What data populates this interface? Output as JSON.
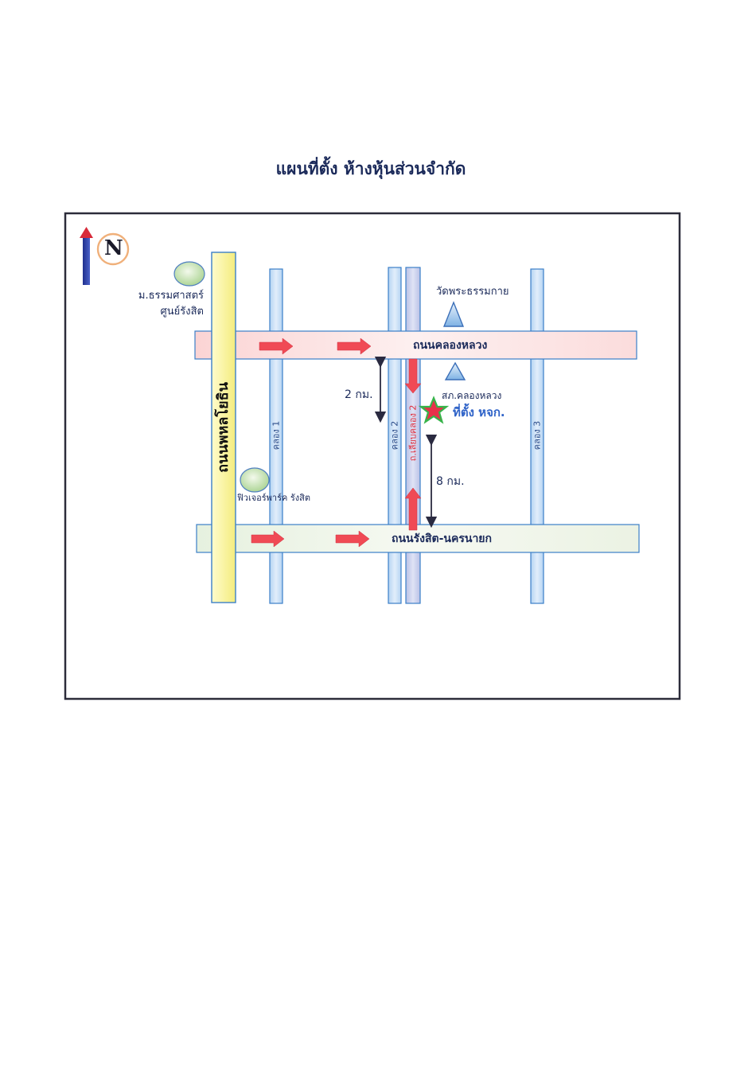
{
  "title": "แผนที่ตั้ง ห้างหุ้นส่วนจำกัด",
  "compass": {
    "letter": "N",
    "direction": "north"
  },
  "roads": {
    "phahonyothin": "ถนนพหลโยธิน",
    "khlong_luang": "ถนนคลองหลวง",
    "rangsit_nakhon_nayok": "ถนนรังสิต-นครนายก",
    "liap_khlong_2": "ถ.เลียบคลอง 2"
  },
  "canals": {
    "khlong_1": "คลอง 1",
    "khlong_2": "คลอง 2",
    "khlong_3": "คลอง 3"
  },
  "landmarks": {
    "thammasat_line1": "ม.ธรรมศาสตร์",
    "thammasat_line2": "ศูนย์รังสิต",
    "future_park": "ฟิวเจอร์พาร์ค รังสิต",
    "wat_phra_dhammakaya": "วัดพระธรรมกาย",
    "police_station": "สภ.คลองหลวง",
    "company_location": "ที่ตั้ง หจก."
  },
  "distances": {
    "north_segment": "2 กม.",
    "south_segment": "8 กม."
  },
  "colors": {
    "main_road_fill": "#fbe3e3",
    "highway_fill": "#fbf7a6",
    "canal_fill": "#cfe3f7",
    "side_road_fill": "#cdd3ec",
    "arrow": "#f04a55",
    "star_fill": "#e8314a",
    "star_outline": "#37b34a",
    "text": "#1b2a5a",
    "company_text": "#2f63c8",
    "frame": "#2c2c3a"
  }
}
